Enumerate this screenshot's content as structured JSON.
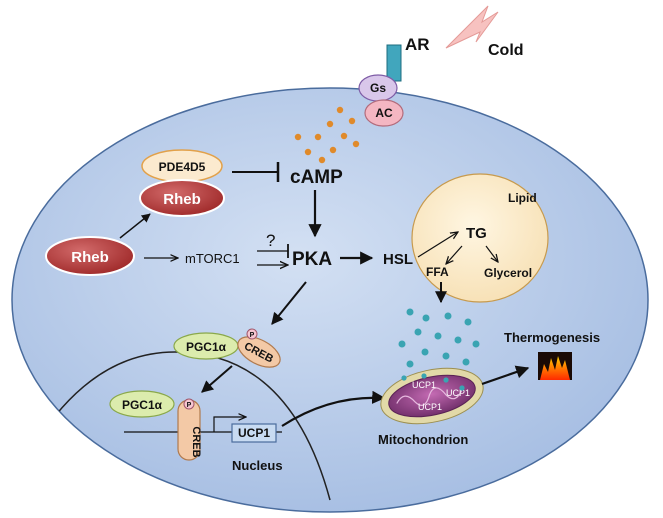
{
  "labels": {
    "ar": "AR",
    "cold": "Cold",
    "gs": "Gs",
    "ac": "AC",
    "pde4d5": "PDE4D5",
    "rheb": "Rheb",
    "camp": "cAMP",
    "mtorc1": "mTORC1",
    "question": "?",
    "pka": "PKA",
    "hsl": "HSL",
    "lipid": "Lipid",
    "tg": "TG",
    "ffa": "FFA",
    "glycerol": "Glycerol",
    "pgc1a": "PGC1α",
    "creb": "CREB",
    "p": "P",
    "ucp1": "UCP1",
    "thermogenesis": "Thermogenesis",
    "mitochondrion": "Mitochondrion",
    "nucleus": "Nucleus"
  },
  "colors": {
    "cell_fill": "#b7cce9",
    "cell_stroke": "#4a6c9d",
    "receptor": "#41a6bd",
    "lightning": "#f7b7b5",
    "gs_fill": "#d9c7ea",
    "ac_fill": "#f4b6c2",
    "rheb_fill": "#b73a3a",
    "pde_fill": "#fbeacf",
    "lipid_fill": "#fbe8c0",
    "pgc_fill": "#dcecad",
    "creb_fill": "#f3c9a6",
    "ucp_fill": "#c8dbf2",
    "camp_dot": "#e08a2a",
    "ffa_dot": "#3aa4b2",
    "mito_fill": "#9a3e8a"
  }
}
